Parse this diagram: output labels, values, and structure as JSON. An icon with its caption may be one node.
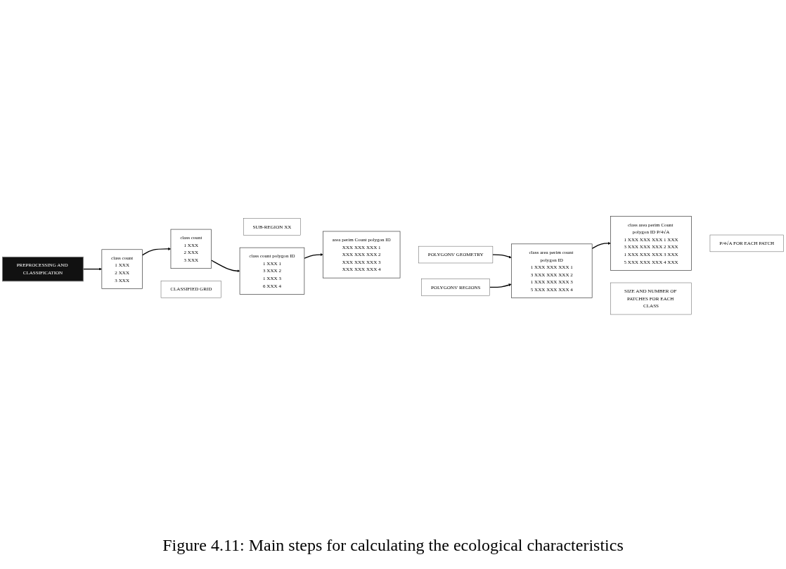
{
  "diagram": {
    "caption": "Figure 4.11: Main steps for calculating the ecological characteristics",
    "nodes": [
      {
        "text": [
          "PREPROCESSING AND CLASSIFICATION"
        ]
      },
      {
        "text": [
          "class count",
          "1 XXX",
          "2 XXX",
          "3 XXX"
        ]
      },
      {
        "text": [
          "class count",
          "1 XXX",
          "2 XXX",
          "3 XXX"
        ]
      },
      {
        "text": [
          "CLASSIFIED GRID"
        ]
      },
      {
        "text": [
          "SUB-REGION XX"
        ]
      },
      {
        "text": [
          "area perim Count polygon ID",
          "XXX XXX XXX 1",
          "XXX XXX XXX 2",
          "XXX XXX XXX 3",
          "XXX XXX XXX 4"
        ]
      },
      {
        "text": [
          "class count polygon ID",
          "1 XXX 1",
          "3 XXX 2",
          "1 XXX 3",
          "6 XXX 4"
        ]
      },
      {
        "text": [
          "POLYGONS' GEOMETRY"
        ]
      },
      {
        "text": [
          "POLYGONS' REGIONS"
        ]
      },
      {
        "text": [
          "class area perim Count polygon ID P/4√A",
          "1 XXX XXX XXX 1 XXX",
          "3 XXX XXX XXX 2 XXX",
          "1 XXX XXX XXX 3 XXX",
          "5 XXX XXX XXX 4 XXX"
        ]
      },
      {
        "text": [
          "class area perim count polygon ID",
          "1 XXX XXX XXX 1",
          "3 XXX XXX XXX 2",
          "1 XXX XXX XXX 3",
          "5 XXX XXX XXX 4"
        ]
      },
      {
        "text": [
          "P/4√A FOR EACH PATCH"
        ]
      },
      {
        "text": [
          "SIZE AND NUMBER OF PATCHES FOR EACH CLASS"
        ]
      }
    ],
    "edges": [
      {
        "from": 0,
        "to": 1,
        "arrow": "to"
      },
      {
        "from": 1,
        "to": 2,
        "arrow": "to"
      },
      {
        "from": 2,
        "to": 6,
        "arrow": "to"
      },
      {
        "from": 6,
        "to": 5,
        "arrow": "to"
      },
      {
        "from": 7,
        "to": 10,
        "arrow": "to"
      },
      {
        "from": 8,
        "to": 10,
        "arrow": "to"
      },
      {
        "from": 10,
        "to": 9,
        "arrow": "to"
      }
    ]
  }
}
